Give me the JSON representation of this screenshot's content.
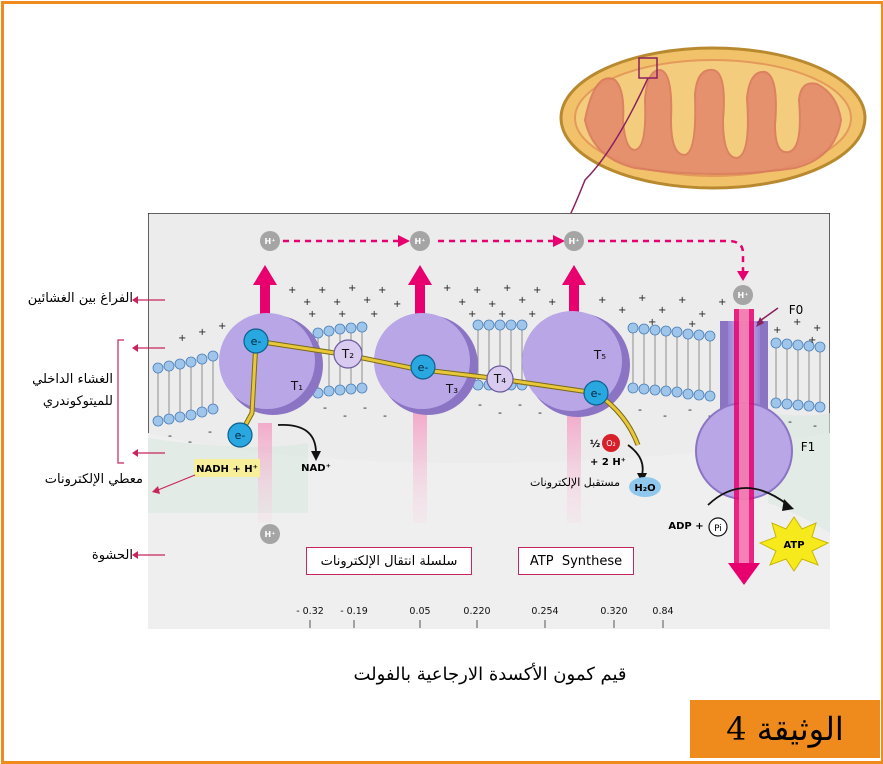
{
  "labels": {
    "intermembrane_space": "الفراغ بين الغشائين",
    "inner_membrane_line1": "الغشاء الداخلي",
    "inner_membrane_line2": "للميتوكوندري",
    "electron_donor": "معطي الإلكترونات",
    "matrix": "الحشوة",
    "electron_acceptor": "مستقبل الإلكترونات",
    "transport_chain": "سلسلة انتقال الإلكترونات",
    "atp_synthase": "ATP  Synthese"
  },
  "diagram": {
    "h_plus": "H⁺",
    "electron": "e-",
    "t1": "T₁",
    "t2": "T₂",
    "t3": "T₃",
    "t4": "T₄",
    "t5": "T₅",
    "nadh": "NADH + H⁺",
    "nad": "NAD⁺",
    "half": "½",
    "o2": "O₂",
    "two_h": "+ 2 H⁺",
    "h2o": "H₂O",
    "f0": "F0",
    "f1": "F1",
    "adp": "ADP +",
    "pi": "Pi",
    "atp": "ATP",
    "plus": "+",
    "minus": "-"
  },
  "potentials": [
    "- 0.32",
    "- 0.19",
    "0.05",
    "0.220",
    "0.254",
    "0.320",
    "0.84"
  ],
  "caption": "قيم كمون الأكسدة الارجاعية بالفولت",
  "document_label": "الوثيقة 4",
  "colors": {
    "frame": "#ef8a1c",
    "arrow_pink": "#e8006f",
    "protein": "#b9a6e6",
    "electron": "#29a7e1",
    "membrane_head": "#9fc6ea",
    "chain": "#e8c83a"
  }
}
